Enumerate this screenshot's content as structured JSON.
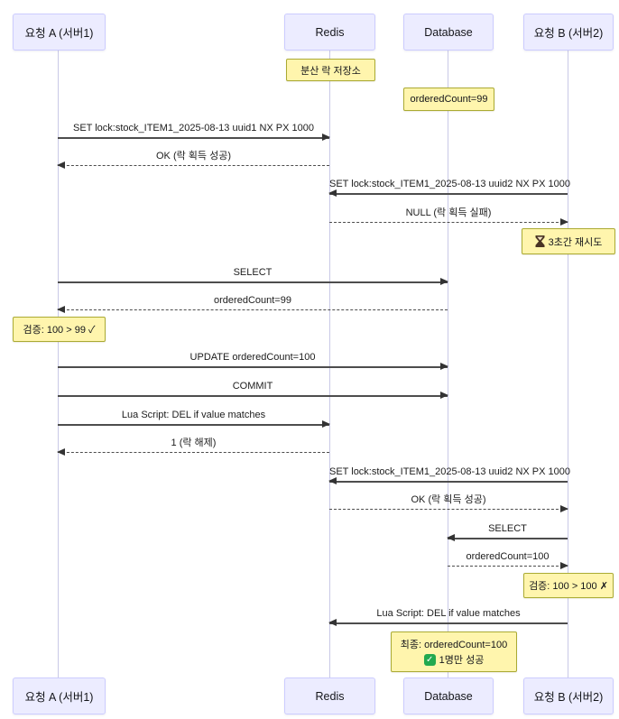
{
  "diagram_type": "sequence",
  "actors": [
    {
      "name": "요청 A (서버1)"
    },
    {
      "name": "Redis"
    },
    {
      "name": "Database"
    },
    {
      "name": "요청 B (서버2)"
    }
  ],
  "messages": [
    {
      "label": "SET lock:stock_ITEM1_2025-08-13 uuid1 NX PX 1000",
      "from": "요청 A (서버1)",
      "to": "Redis",
      "type": "solid"
    },
    {
      "label": "OK (락 획득 성공)",
      "from": "Redis",
      "to": "요청 A (서버1)",
      "type": "dashed"
    },
    {
      "label": "SET lock:stock_ITEM1_2025-08-13 uuid2 NX PX 1000",
      "from": "요청 B (서버2)",
      "to": "Redis",
      "type": "solid"
    },
    {
      "label": "NULL (락 획득 실패)",
      "from": "Redis",
      "to": "요청 B (서버2)",
      "type": "dashed"
    },
    {
      "label": "SELECT",
      "from": "요청 A (서버1)",
      "to": "Database",
      "type": "solid"
    },
    {
      "label": "orderedCount=99",
      "from": "Database",
      "to": "요청 A (서버1)",
      "type": "dashed"
    },
    {
      "label": "UPDATE orderedCount=100",
      "from": "요청 A (서버1)",
      "to": "Database",
      "type": "solid"
    },
    {
      "label": "COMMIT",
      "from": "요청 A (서버1)",
      "to": "Database",
      "type": "solid"
    },
    {
      "label": "Lua Script: DEL if value matches",
      "from": "요청 A (서버1)",
      "to": "Redis",
      "type": "solid"
    },
    {
      "label": "1 (락 해제)",
      "from": "Redis",
      "to": "요청 A (서버1)",
      "type": "dashed"
    },
    {
      "label": "SET lock:stock_ITEM1_2025-08-13 uuid2 NX PX 1000",
      "from": "요청 B (서버2)",
      "to": "Redis",
      "type": "solid"
    },
    {
      "label": "OK (락 획득 성공)",
      "from": "Redis",
      "to": "요청 B (서버2)",
      "type": "dashed"
    },
    {
      "label": "SELECT",
      "from": "요청 B (서버2)",
      "to": "Database",
      "type": "solid"
    },
    {
      "label": "orderedCount=100",
      "from": "Database",
      "to": "요청 B (서버2)",
      "type": "dashed"
    },
    {
      "label": "Lua Script: DEL if value matches",
      "from": "요청 B (서버2)",
      "to": "Redis",
      "type": "solid"
    }
  ],
  "notes": {
    "redis_role": "분산 락 저장소",
    "db_initial": "orderedCount=99",
    "retry": "3초간 재시도",
    "retry_icon": "hourglass-icon",
    "verify_a": "검증: 100 > 99 ✓",
    "verify_b": "검증: 100 > 100 ✗",
    "final_line1": "최종: orderedCount=100",
    "final_line2": "1명만 성공",
    "final_icon": "check-icon"
  },
  "colors": {
    "actor_fill": "#ECECFF",
    "actor_border": "#CCCCFF",
    "note_fill": "#FFF5AD",
    "note_border": "#AAAA33",
    "lifeline": "#C9C9E6",
    "arrow": "#4D4D4D",
    "check_green": "#22A94F"
  }
}
